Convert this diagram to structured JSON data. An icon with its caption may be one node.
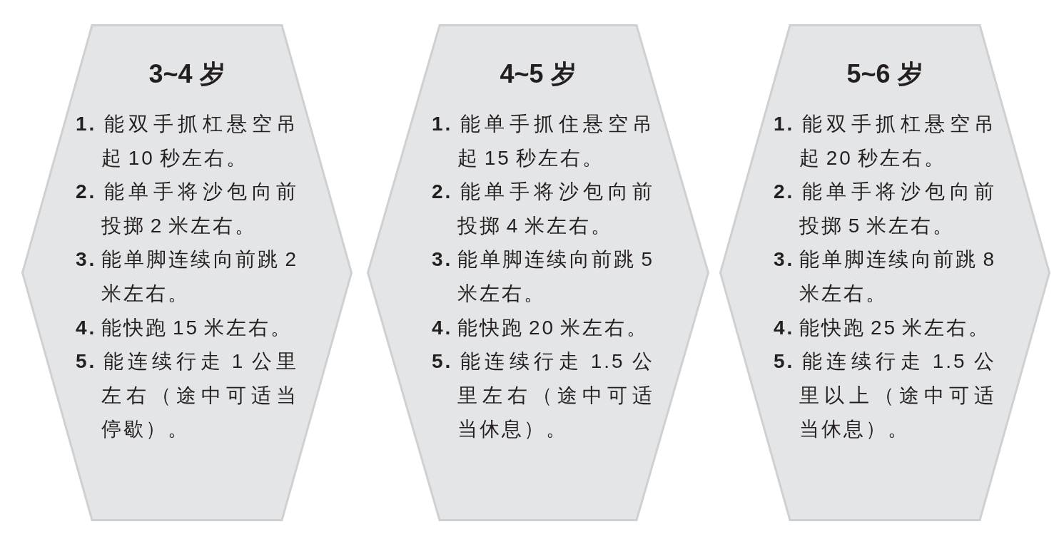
{
  "diagram": {
    "nodes": [
      {
        "text": [
          "3~4 岁",
          "**1.** 能双手抓杠悬空吊起 10 秒左右。",
          "**2.** 能单手将沙包向前投掷 2 米左右。",
          "**3.** 能单脚连续向前跳 2 米左右。",
          "**4.** 能快跑 15 米左右。",
          "**5.** 能连续行走 1 公里左右（途中可适当停歇）。"
        ]
      },
      {
        "text": [
          "4~5 岁",
          "**1.** 能单手抓住悬空吊起 15 秒左右。",
          "**2.** 能单手将沙包向前投掷 4 米左右。",
          "**3.** 能单脚连续向前跳 5 米左右。",
          "**4.** 能快跑 20 米左右。",
          "**5.** 能连续行走 1.5 公里左右（途中可适当休息）。"
        ]
      },
      {
        "text": [
          "5~6 岁",
          "**1.** 能双手抓杠悬空吊起 20 秒左右。",
          "**2.** 能单手将沙包向前投掷 5 米左右。",
          "**3.** 能单脚连续向前跳 8 米左右。",
          "**4.** 能快跑 25 米左右。",
          "**5.** 能连续行走 1.5 公里以上（途中可适当休息）。"
        ]
      }
    ]
  }
}
